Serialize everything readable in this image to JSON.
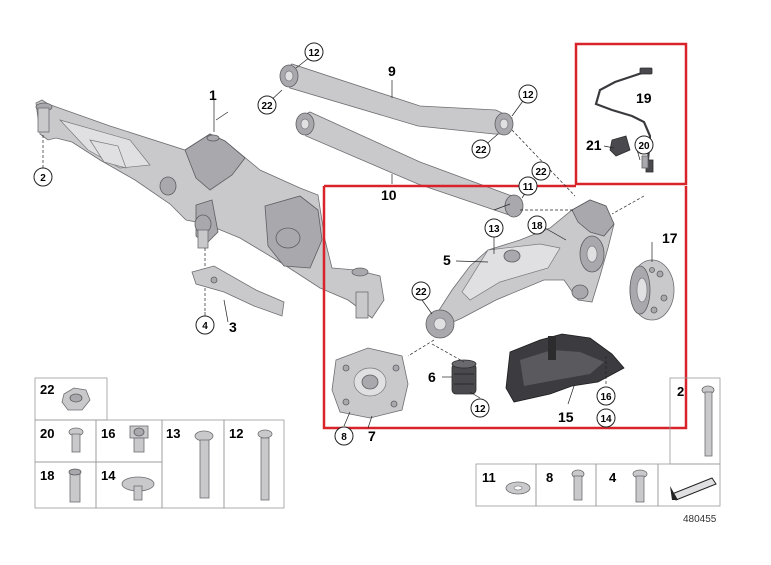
{
  "figure_id": "480455",
  "callouts": {
    "c1": "1",
    "c2": "2",
    "c3": "3",
    "c4": "4",
    "c5": "5",
    "c6": "6",
    "c7": "7",
    "c8": "8",
    "c9": "9",
    "c10": "10",
    "c11": "11",
    "c12a": "12",
    "c12b": "12",
    "c12c": "12",
    "c13": "13",
    "c14": "14",
    "c15": "15",
    "c16": "16",
    "c17": "17",
    "c18": "18",
    "c19": "19",
    "c20": "20",
    "c21": "21",
    "c22a": "22",
    "c22b": "22",
    "c22c": "22",
    "c22d": "22"
  },
  "fasteners": {
    "t22": "22",
    "t20": "20",
    "t16": "16",
    "t13": "13",
    "t12": "12",
    "t18": "18",
    "t14": "14",
    "t2": "2",
    "t11": "11",
    "t8": "8",
    "t4": "4"
  },
  "colors": {
    "highlight": "#d8232a",
    "part_fill": "#c9c9cc",
    "line": "#222222"
  },
  "icons": {
    "direction": "arrow-icon"
  }
}
